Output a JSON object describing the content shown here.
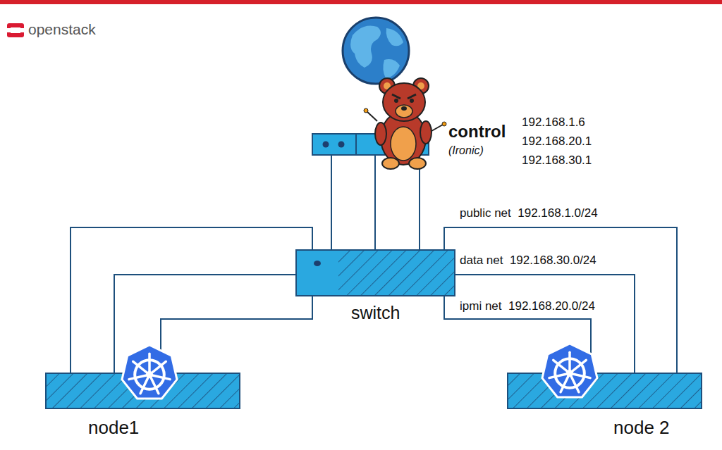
{
  "diagram": {
    "nodes": [
      {
        "text": [
          "control",
          "(Ironic)"
        ]
      },
      {
        "text": [
          "switch"
        ]
      },
      {
        "text": [
          "node1"
        ]
      },
      {
        "text": [
          "node 2"
        ]
      }
    ],
    "edges": [
      {
        "from": 0,
        "to": 1,
        "arrow": "none"
      },
      {
        "from": 0,
        "to": 1,
        "arrow": "none"
      },
      {
        "from": 0,
        "to": 1,
        "arrow": "none"
      },
      {
        "from": 1,
        "to": 2,
        "arrow": "none"
      },
      {
        "from": 1,
        "to": 2,
        "arrow": "none"
      },
      {
        "from": 1,
        "to": 2,
        "arrow": "none"
      },
      {
        "from": 1,
        "to": 3,
        "arrow": "none"
      },
      {
        "from": 1,
        "to": 3,
        "arrow": "none"
      },
      {
        "from": 1,
        "to": 3,
        "arrow": "none"
      }
    ],
    "labels": [
      "openstack",
      "192.168.1.6",
      "192.168.20.1",
      "192.168.30.1",
      "public net  192.168.1.0/24",
      "data net  192.168.30.0/24",
      "ipmi net  192.168.20.0/24"
    ]
  }
}
